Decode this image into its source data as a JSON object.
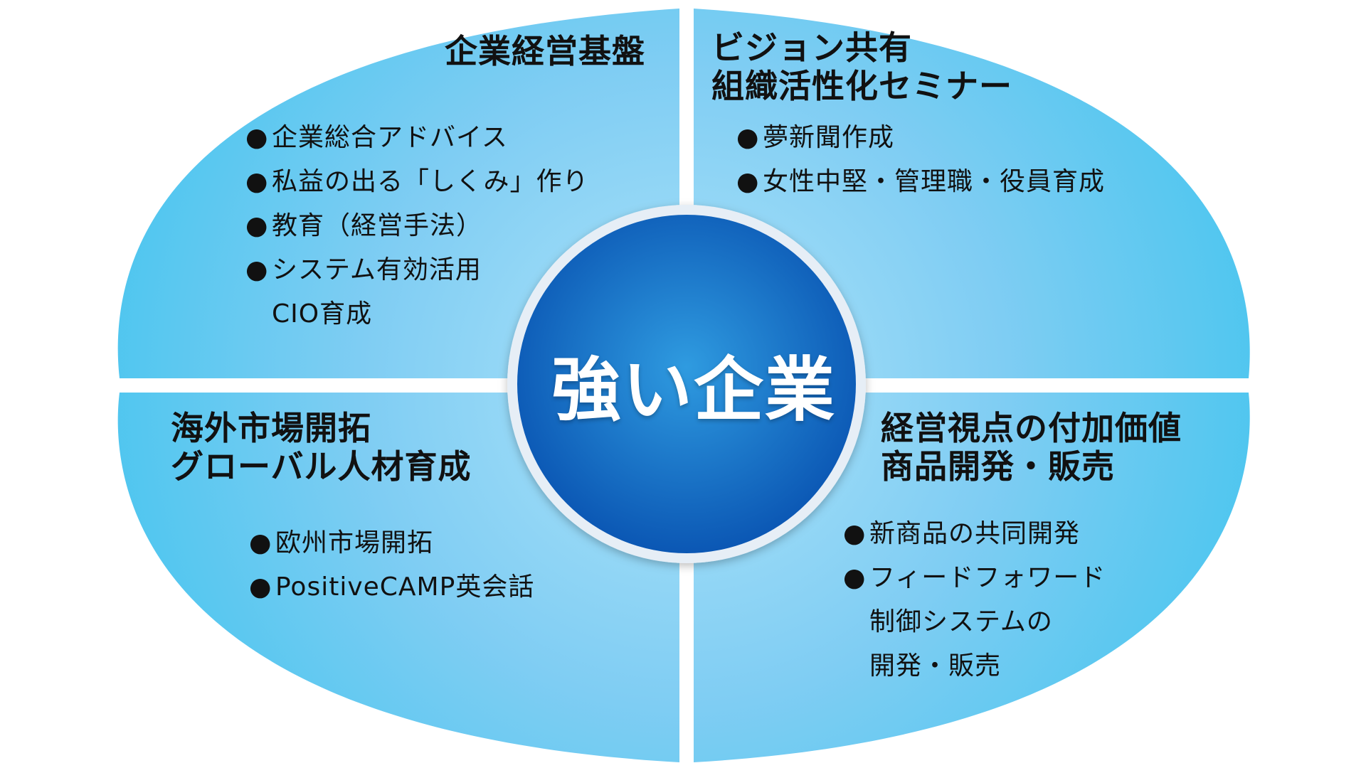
{
  "colors": {
    "quadrant_light": "#aee3f9",
    "quadrant_mid": "#7fcdf3",
    "quadrant_dark": "#4ec6ef",
    "divider": "#ffffff",
    "center_light": "#2f9be0",
    "center_dark": "#0b57b4",
    "center_ring": "#e6eef6",
    "text": "#111111",
    "center_text": "#ffffff"
  },
  "icons": {
    "bullet": "black-circle-bullet"
  },
  "center": {
    "label": "強い企業"
  },
  "quadrants": {
    "top_left": {
      "title": [
        "企業経営基盤"
      ],
      "items": [
        {
          "bullet": "●",
          "lines": [
            "企業総合アドバイス"
          ]
        },
        {
          "bullet": "●",
          "lines": [
            "私益の出る「しくみ」作り"
          ]
        },
        {
          "bullet": "●",
          "lines": [
            "教育（経営手法）"
          ]
        },
        {
          "bullet": "●",
          "lines": [
            "システム有効活用",
            "CIO育成"
          ]
        }
      ]
    },
    "top_right": {
      "title": [
        "ビジョン共有",
        "組織活性化セミナー"
      ],
      "items": [
        {
          "bullet": "●",
          "lines": [
            "夢新聞作成"
          ]
        },
        {
          "bullet": "●",
          "lines": [
            "女性中堅・管理職・役員育成"
          ]
        }
      ]
    },
    "bottom_left": {
      "title": [
        "海外市場開拓",
        "グローバル人材育成"
      ],
      "items": [
        {
          "bullet": "●",
          "lines": [
            "欧州市場開拓"
          ]
        },
        {
          "bullet": "●",
          "lines": [
            "PositiveCAMP英会話"
          ]
        }
      ]
    },
    "bottom_right": {
      "title": [
        "経営視点の付加価値",
        "商品開発・販売"
      ],
      "items": [
        {
          "bullet": "●",
          "lines": [
            "新商品の共同開発"
          ]
        },
        {
          "bullet": "●",
          "lines": [
            "フィードフォワード",
            "制御システムの",
            "開発・販売"
          ]
        }
      ]
    }
  }
}
